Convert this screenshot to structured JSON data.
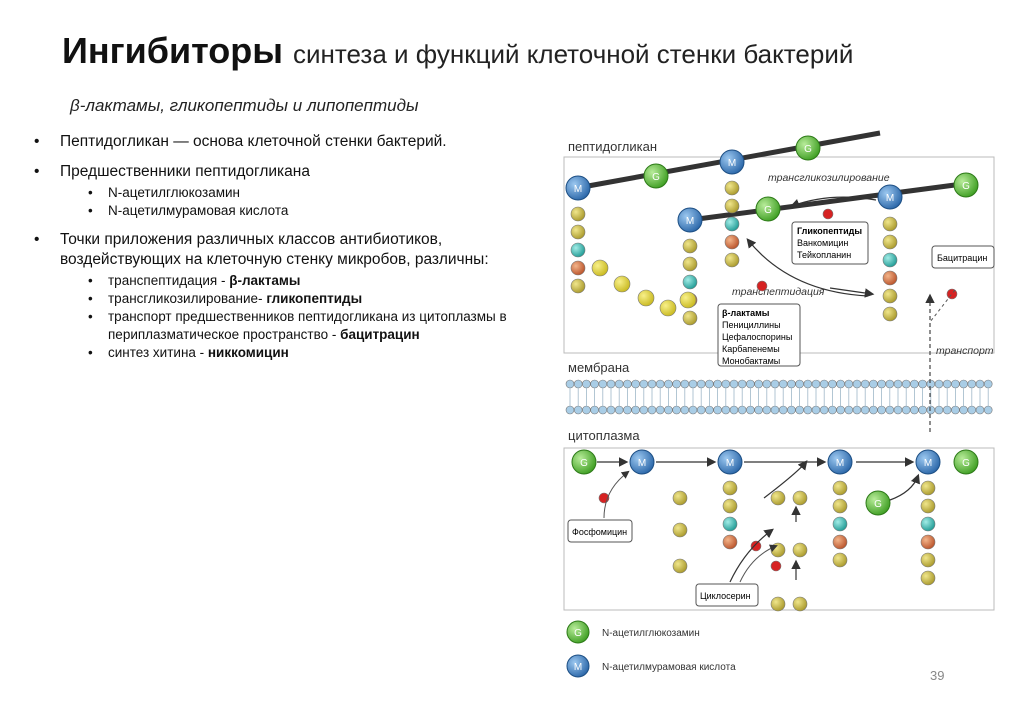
{
  "title": {
    "bold": "Ингибиторы",
    "rest": "синтеза и функций клеточной стенки бактерий"
  },
  "subtitle": "β-лактамы, гликопептиды и липопептиды",
  "bullets": {
    "b1": "Пептидогликан — основа клеточной стенки бактерий.",
    "b2": "Предшественники пептидогликана",
    "b2_sub": [
      "N-ацетилглюкозамин",
      "N-ацетилмурамовая кислота"
    ],
    "b3": "Точки приложения различных классов антибиотиков, воздействующих на клеточную стенку микробов, различны:",
    "b3_sub": [
      {
        "text": "транспептидация - ",
        "bold": "β-лактамы"
      },
      {
        "text": "трансгликозилирование- ",
        "bold": "гликопептиды"
      },
      {
        "text": "транспорт предшественников пептидогликана из цитоплазмы в периплазматическое пространство - ",
        "bold": "бацитрацин"
      },
      {
        "text": "синтез хитина - ",
        "bold": "никкомицин"
      }
    ]
  },
  "diagram": {
    "labels": {
      "peptidoglycan": "пептидогликан",
      "membrane": "мембрана",
      "cytoplasm": "цитоплазма",
      "transglycosylation": "трансгликозилирование",
      "transpeptidation": "транспептидация",
      "transport": "транспорт"
    },
    "boxes": {
      "glycopeptides": {
        "title": "Гликопептиды",
        "items": [
          "Ванкомицин",
          "Тейкопланин"
        ]
      },
      "betalactams": {
        "title": "β-лактамы",
        "items": [
          "Пенициллины",
          "Цефалоспорины",
          "Карбапенемы",
          "Монобактамы"
        ]
      },
      "bacitracin": "Бацитрацин",
      "fosfomycin": "Фосфомицин",
      "cycloserine": "Циклосерин"
    },
    "nodes": {
      "G": "G",
      "M": "M"
    },
    "legend": {
      "g": "N-ацетилглюкозамин",
      "m": "N-ацетилмурамовая кислота"
    },
    "colors": {
      "green": "#5cbf3a",
      "blue": "#3a82c8",
      "olive": "#c2b43c",
      "teal": "#3bb6b0",
      "orange": "#d0703a",
      "membrane": "#a9cde6"
    }
  },
  "page_number": "39"
}
